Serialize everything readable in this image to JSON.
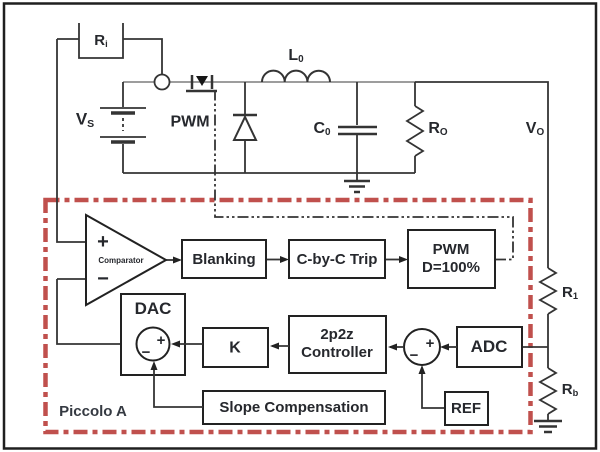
{
  "colors": {
    "accent_red": "#c0504d",
    "wire_black": "#343434",
    "wire_gray": "#8f8f8f",
    "text": "#26282d"
  },
  "power_stage": {
    "ri": {
      "main": "R",
      "sub": "i"
    },
    "vs": {
      "main": "V",
      "sub": "S"
    },
    "pwm_switch_label": "PWM",
    "l0": {
      "main": "L",
      "sub": "0"
    },
    "c0": {
      "main": "C",
      "sub": "0"
    },
    "ro": {
      "main": "R",
      "sub": "O"
    },
    "vo": {
      "main": "V",
      "sub": "O"
    },
    "r1": {
      "main": "R",
      "sub": "1"
    },
    "rb": {
      "main": "R",
      "sub": "b"
    }
  },
  "controller": {
    "region_label": "Piccolo A",
    "comparator": {
      "label": "Comparator",
      "plus": "+",
      "minus": "−"
    },
    "blanking": "Blanking",
    "cbyc_trip": "C-by-C Trip",
    "pwm_block": {
      "line1": "PWM",
      "line2": "D=100%"
    },
    "dac": {
      "label": "DAC",
      "plus": "+",
      "minus": "−"
    },
    "k_gain": "K",
    "controller_2p2z": {
      "line1": "2p2z",
      "line2": "Controller"
    },
    "adc": "ADC",
    "ref": "REF",
    "slope_compensation": "Slope Compensation",
    "error_sum": {
      "plus": "+",
      "minus": "−"
    }
  }
}
